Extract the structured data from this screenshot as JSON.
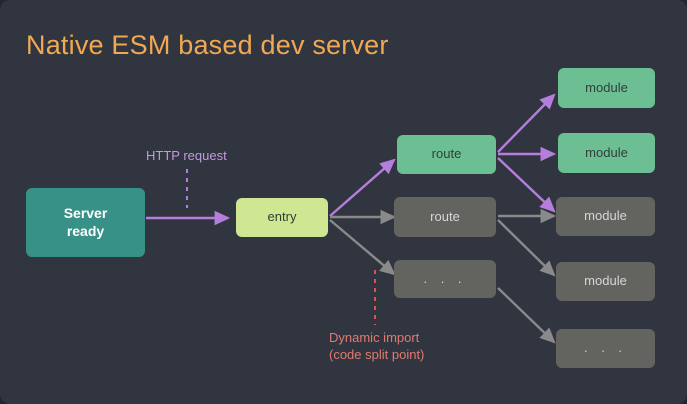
{
  "slide": {
    "title": "Native ESM based dev server",
    "background_color": "#31353f",
    "title_color": "#f0a952"
  },
  "colors": {
    "teal": "#389187",
    "lime": "#cfe692",
    "green": "#6cbf92",
    "gray": "#63635f",
    "purple_arrow": "#b57edc",
    "gray_arrow": "#8a8a8a",
    "red_dashed": "#d9534f",
    "purple_label": "#c39ae0",
    "red_label": "#e07a6e"
  },
  "nodes": {
    "server": {
      "label": "Server\nready",
      "line1": "Server",
      "line2": "ready"
    },
    "entry": {
      "label": "entry"
    },
    "routes": [
      {
        "label": "route",
        "state": "active"
      },
      {
        "label": "route",
        "state": "inactive"
      },
      {
        "label": ". . .",
        "state": "inactive"
      }
    ],
    "modules": [
      {
        "label": "module",
        "state": "active"
      },
      {
        "label": "module",
        "state": "active"
      },
      {
        "label": "module",
        "state": "inactive"
      },
      {
        "label": "module",
        "state": "inactive"
      },
      {
        "label": ". . .",
        "state": "inactive"
      }
    ]
  },
  "labels": {
    "http_request": "HTTP request",
    "dynamic_import_line1": "Dynamic import",
    "dynamic_import_line2": "(code split point)"
  }
}
